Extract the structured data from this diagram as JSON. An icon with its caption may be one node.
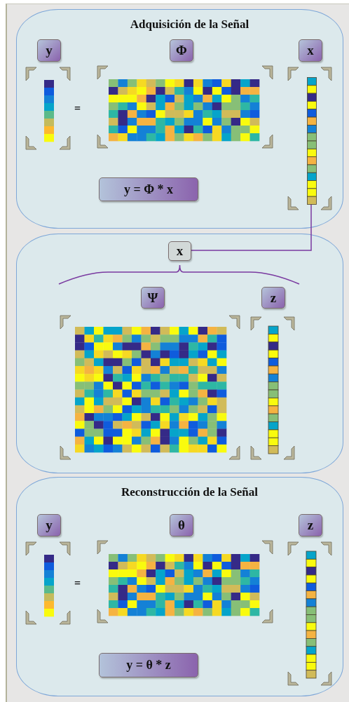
{
  "diagram": {
    "nodes": [
      {
        "text": [
          "Adquisición de la Señal"
        ]
      },
      {
        "text": [
          "y"
        ],
        "in": 0
      },
      {
        "text": [
          "Φ"
        ],
        "in": 0
      },
      {
        "text": [
          "x"
        ],
        "in": 0
      },
      {
        "text": [],
        "shape": "picture",
        "in": 0
      },
      {
        "text": [
          "y = Φ * x"
        ],
        "in": 0
      },
      {
        "text": [],
        "shape": "box"
      },
      {
        "text": [
          "x"
        ],
        "in": 6
      },
      {
        "text": [
          "Ψ"
        ],
        "in": 6
      },
      {
        "text": [
          "z"
        ],
        "in": 6
      },
      {
        "text": [
          "Reconstrucción de la Señal"
        ]
      },
      {
        "text": [
          "y"
        ],
        "in": 10
      },
      {
        "text": [
          "θ"
        ],
        "in": 10
      },
      {
        "text": [
          "z"
        ],
        "in": 10
      },
      {
        "text": [
          "y = θ * z"
        ],
        "in": 10
      }
    ],
    "edges": [
      {
        "from": 4,
        "to": 7,
        "arrow": "none"
      }
    ],
    "labels": [
      "=",
      "="
    ]
  }
}
